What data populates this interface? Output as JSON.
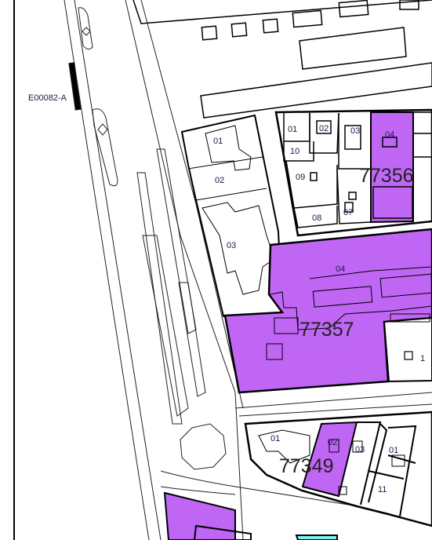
{
  "map": {
    "sheet_ref": "E00082-A",
    "blocks": [
      {
        "id": "77356",
        "highlighted": true
      },
      {
        "id": "77357",
        "highlighted": true
      },
      {
        "id": "77349",
        "highlighted": true
      }
    ],
    "parcel_labels": {
      "north": [
        "01",
        "02",
        "03",
        "04",
        "10",
        "09",
        "08",
        "07"
      ],
      "west": [
        "01",
        "02",
        "03"
      ],
      "central": [
        "04",
        "1"
      ],
      "south": [
        "01",
        "02",
        "03",
        "01",
        "11"
      ]
    }
  },
  "colors": {
    "parcel_fill": "#bf66f5",
    "highlight_fill": "#c06af2",
    "line": "#000000",
    "road_line": "#222222",
    "background": "#ffffff",
    "label": "#1a1a4a",
    "cyan_fill": "#7ff0f0"
  }
}
